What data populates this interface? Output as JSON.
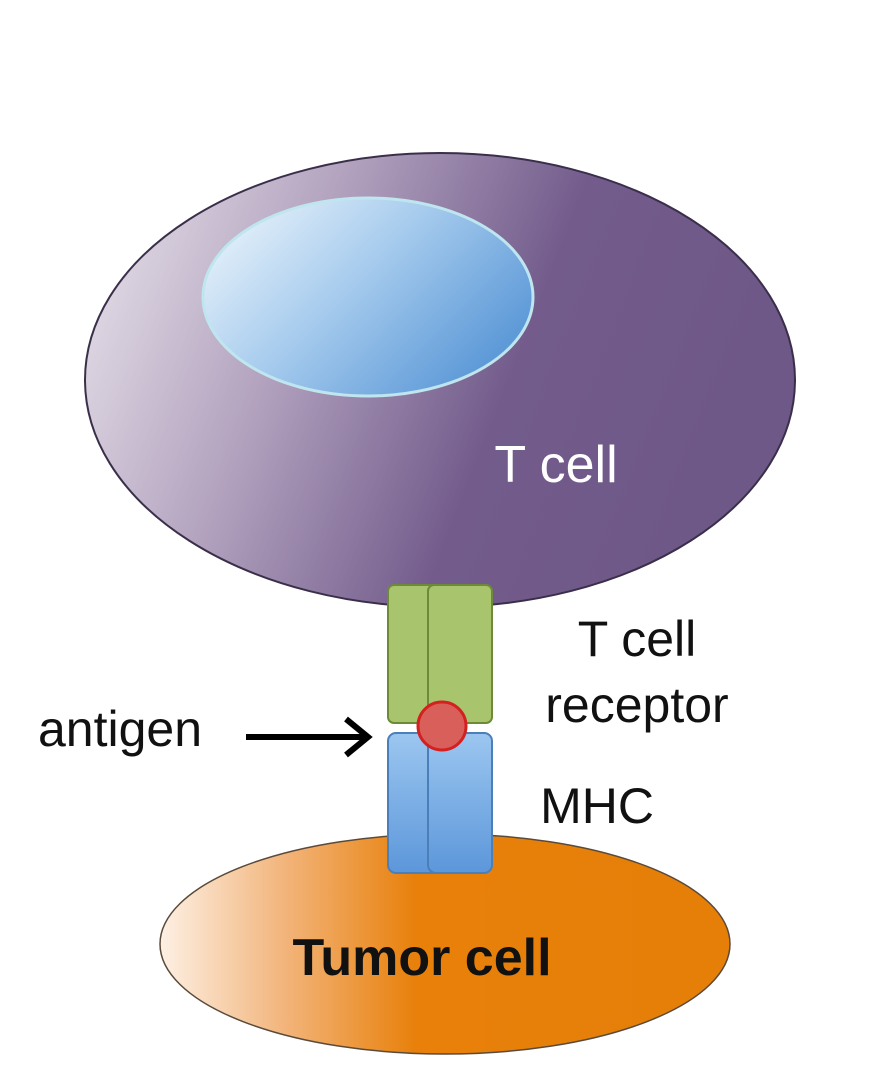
{
  "labels": {
    "t_cell": "T cell",
    "tcr_line1": "T cell",
    "tcr_line2": "receptor",
    "antigen": "antigen",
    "mhc": "MHC",
    "tumor_cell": "Tumor cell"
  },
  "colors": {
    "t_cell_light": "#e8e3ea",
    "t_cell_dark": "#735c8c",
    "nucleus_light": "#eaf5fb",
    "nucleus_dark": "#6aa3db",
    "tcr_green": "#a8c46c",
    "tcr_outline": "#6d8a38",
    "mhc_blue": "#7fb2e8",
    "mhc_outline": "#4a7fba",
    "antigen_red": "#d9605a",
    "antigen_outline": "#d42020",
    "tumor_light": "#fbe6d4",
    "tumor_dark": "#e8800a",
    "text_white": "#ffffff",
    "text_black": "#111111"
  }
}
